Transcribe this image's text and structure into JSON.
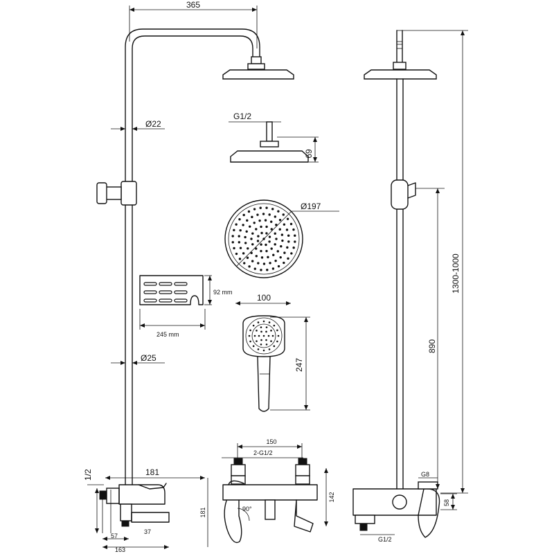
{
  "dims": {
    "arm_width": "365",
    "pipe_upper": "Ø22",
    "thread_head": "G1/2",
    "head_height": "69",
    "head_diameter": "Ø197",
    "shelf_height": "92 mm",
    "shelf_width": "245 mm",
    "hand_diameter": "100",
    "hand_length": "247",
    "pipe_lower": "Ø25",
    "mixer_span": "150",
    "mixer_thread": "2-G1/2",
    "mixer_height": "142",
    "angle": "90°",
    "side_depth": "181",
    "side_thread": "1/2",
    "side_height": "181",
    "side_small": "57",
    "side_small2": "37",
    "side_total": "163",
    "right_g": "G8",
    "right_thread": "G1/2",
    "right_small": "58",
    "slide_height": "890",
    "total_height": "1300-1000"
  }
}
